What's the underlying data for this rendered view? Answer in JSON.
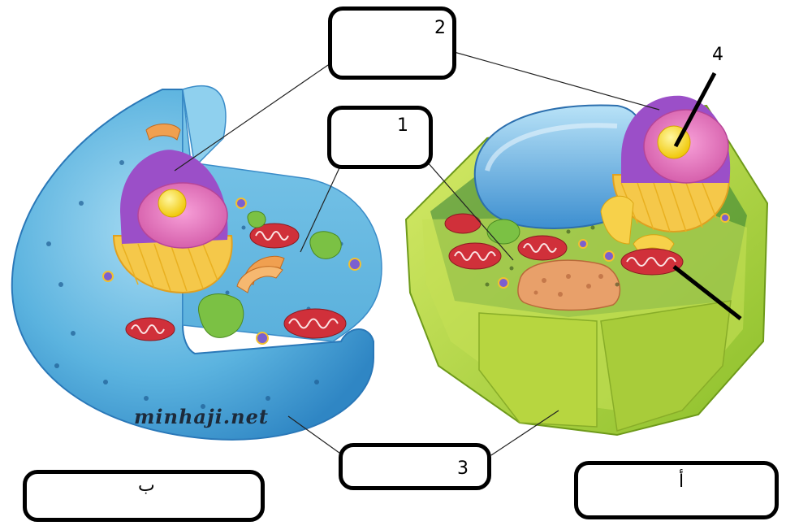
{
  "labels": {
    "box_1": "1",
    "box_2": "2",
    "box_3": "3",
    "pointer_4": "4",
    "cell_a": "أ",
    "cell_b": "ب"
  },
  "watermark": "minhaji.net",
  "colors": {
    "animal_cytoplasm": "#5ab0dc",
    "plant_wall": "#a8cc3a",
    "nucleus_envelope": "#c56ad6",
    "nucleolus": "#f5d51b",
    "mitochondria": "#d0303a",
    "golgi": "#f0a050",
    "vacuole": "#5fa9df",
    "chloroplast_plate": "#e8a06a"
  }
}
